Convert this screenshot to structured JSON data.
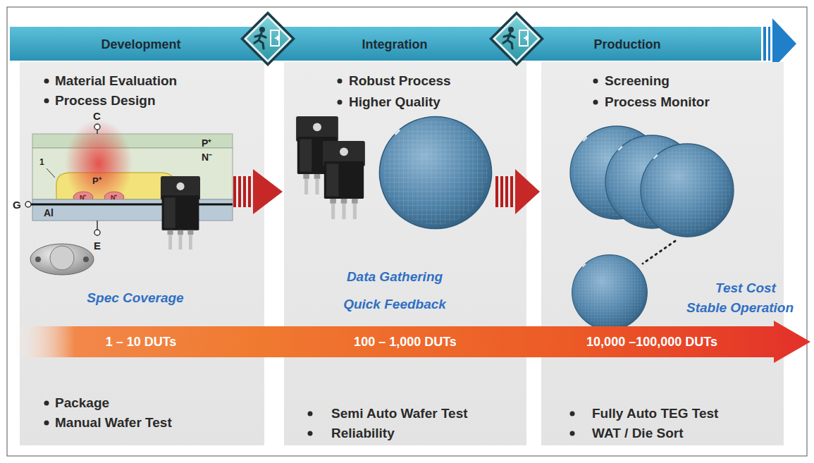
{
  "diagram": {
    "nodes": [
      {
        "text": [
          "Development",
          "Material Evaluation",
          "Process Design",
          "Spec Coverage",
          "Package",
          "Manual Wafer Test"
        ]
      },
      {
        "text": [
          "Integration",
          "Robust Process",
          "Higher Quality",
          "Data Gathering",
          "Quick Feedback",
          "Semi Auto Wafer Test",
          "Reliability"
        ]
      },
      {
        "text": [
          "Production",
          "Screening",
          "Process Monitor",
          "Test Cost",
          "Stable Operation",
          "Fully Auto TEG Test",
          "WAT / Die Sort"
        ]
      },
      {
        "text": [
          "1 – 10 DUTs",
          "100 – 1,000 DUTs",
          "10,000 –100,000 DUTs"
        ]
      }
    ],
    "edges": [
      {
        "from": 0,
        "to": 1,
        "arrow": "to"
      },
      {
        "from": 1,
        "to": 2,
        "arrow": "to"
      }
    ],
    "labels": [
      "C",
      "P⁺",
      "N⁻",
      "1",
      "G",
      "P⁺",
      "N⁺",
      "N⁺",
      "Al",
      "E"
    ]
  }
}
